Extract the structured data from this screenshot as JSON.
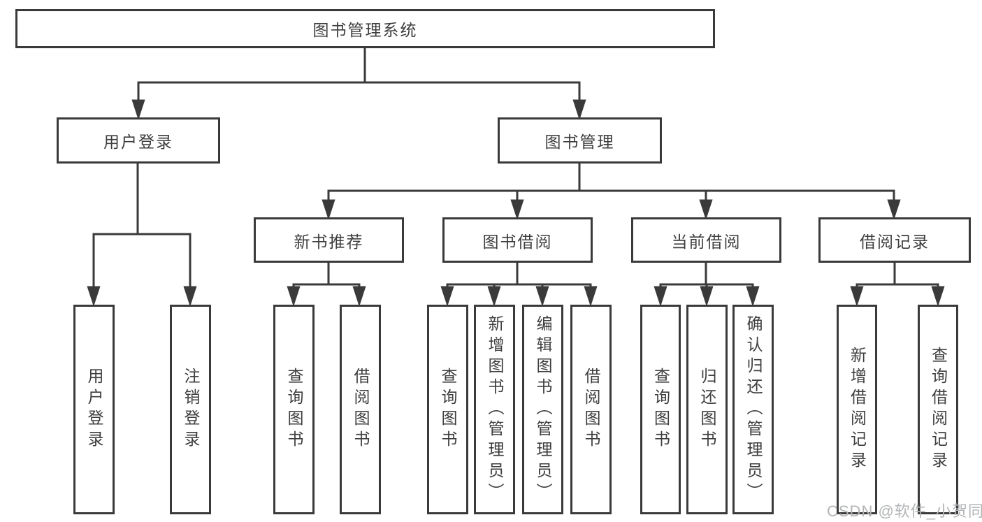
{
  "diagram": {
    "root": "图书管理系统",
    "children": [
      {
        "label": "用户登录",
        "children": [
          "用户登录",
          "注销登录"
        ]
      },
      {
        "label": "图书管理",
        "children": [
          {
            "label": "新书推荐",
            "children": [
              "查询图书",
              "借阅图书"
            ]
          },
          {
            "label": "图书借阅",
            "children": [
              "查询图书",
              "新增图书（管理员）",
              "编辑图书（管理员）",
              "借阅图书"
            ]
          },
          {
            "label": "当前借阅",
            "children": [
              "查询图书",
              "归还图书",
              "确认归还（管理员）"
            ]
          },
          {
            "label": "借阅记录",
            "children": [
              "新增借阅记录",
              "查询借阅记录"
            ]
          }
        ]
      }
    ],
    "watermark": "CSDN @软件_小贺同学",
    "colors": {
      "line": "#3a3a3a",
      "text": "#3e3e3e",
      "watermark": "#b2b4b6",
      "background": "#ffffff"
    }
  }
}
